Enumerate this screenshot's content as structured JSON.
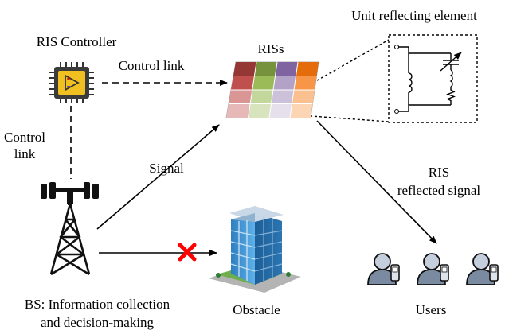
{
  "labels": {
    "ris_controller": "RIS Controller",
    "control_link_top": "Control link",
    "control_link_left_1": "Control",
    "control_link_left_2": "link",
    "riss": "RISs",
    "unit_element": "Unit reflecting element",
    "signal": "Signal",
    "ris_reflected_1": "RIS",
    "ris_reflected_2": "reflected signal",
    "bs_1": "BS: Information collection",
    "bs_2": "and decision-making",
    "obstacle": "Obstacle",
    "users": "Users"
  },
  "ris_colors": {
    "row1": [
      "#953735",
      "#76923c",
      "#8064a2",
      "#e46c0a"
    ],
    "row2": [
      "#c0504d",
      "#9bbb59",
      "#b3a2c7",
      "#f79646"
    ],
    "row3": [
      "#d99694",
      "#c3d69b",
      "#ccc1da",
      "#fac090"
    ],
    "row4": [
      "#e6b9b8",
      "#d7e4bd",
      "#e5e0ec",
      "#fcd5b5"
    ]
  },
  "blocked_mark_color": "#ff0000",
  "chip_color": "#f0c020"
}
